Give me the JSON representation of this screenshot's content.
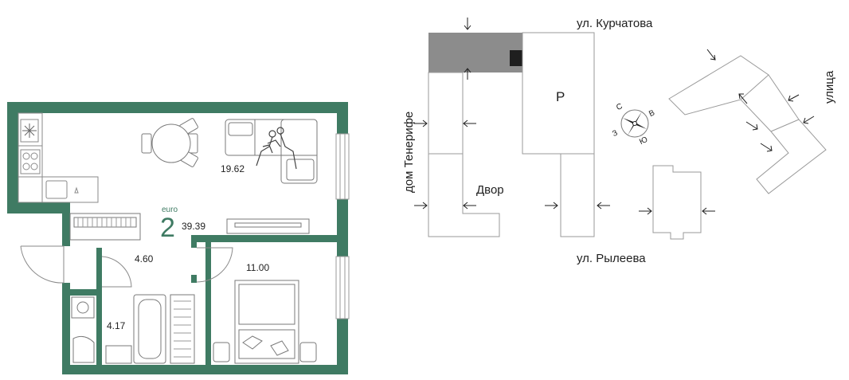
{
  "colors": {
    "wall": "#3f7b63",
    "accent": "#3f7b63",
    "ink": "#1f1f1f",
    "line": "#7a7a7a",
    "fixture": "#8a8a8a",
    "parking": "#8c8c8c",
    "background": "#ffffff"
  },
  "plan": {
    "apartment_type": "euro",
    "rooms_count": "2",
    "total_area": "39.39",
    "rooms": {
      "living_kitchen": "19.62",
      "hall": "4.60",
      "bedroom": "11.00",
      "bathroom": "4.17"
    }
  },
  "site": {
    "street_north": "ул. Курчатова",
    "street_south": "ул. Рылеева",
    "street_east": "улица",
    "street_west": "дом Тенерифе",
    "courtyard": "Двор",
    "parking_marker": "P",
    "compass": {
      "north": "С",
      "east": "В",
      "south": "Ю",
      "west": "З"
    }
  }
}
